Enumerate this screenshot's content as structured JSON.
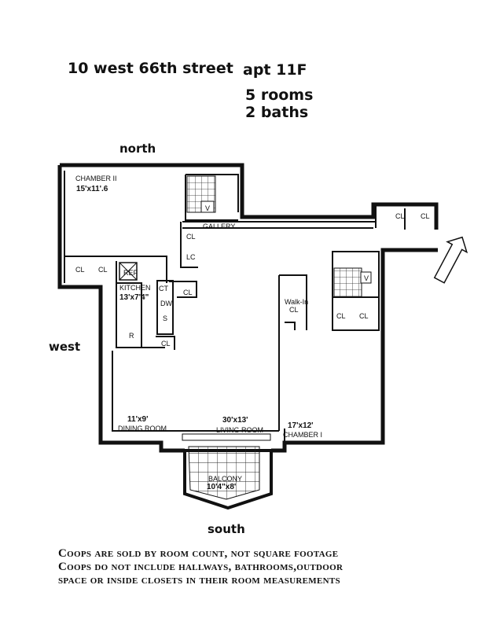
{
  "header": {
    "address": "10 west 66th street",
    "apartment": "apt 11F",
    "rooms": "5 rooms",
    "baths": "2 baths"
  },
  "directions": {
    "north": "north",
    "west": "west",
    "south": "south"
  },
  "rooms": {
    "chamber2": {
      "name": "CHAMBER II",
      "dim": "15'x11'.6"
    },
    "gallery": {
      "name": "GALLERY"
    },
    "kitchen": {
      "name": "KITCHEN",
      "dim": "13'x7'4\""
    },
    "walkin": {
      "name": "Walk-In",
      "name2": "CL"
    },
    "dining": {
      "name": "DINING ROOM",
      "dim": "11'x9'"
    },
    "living": {
      "name": "LIVING ROOM",
      "dim": "30'x13'"
    },
    "chamber1": {
      "name": "CHAMBER I",
      "dim": "17'x12'"
    },
    "balcony": {
      "name": "BALCONY",
      "dim": "10'4\"x8'"
    }
  },
  "fixtures": {
    "cl": "CL",
    "lc": "LC",
    "ref": "REF",
    "ct": "CT",
    "dw": "DW",
    "s": "S",
    "r": "R",
    "v": "V"
  },
  "note": [
    "Coops are sold by room count, not square footage",
    "Coops do not include hallways, bathrooms,outdoor",
    "space or inside closets in their room measurements"
  ]
}
